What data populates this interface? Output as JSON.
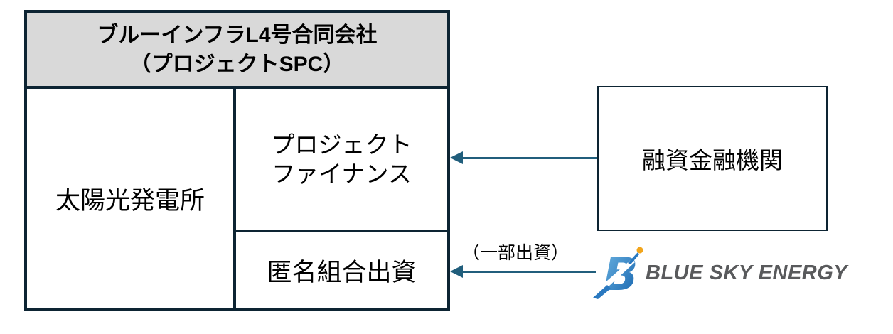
{
  "colors": {
    "box_border": "#0d2433",
    "header_fill": "#d9d9d9",
    "arrow": "#215e7c",
    "logo_blue_light": "#6db4e2",
    "logo_blue_dark": "#0f5fab",
    "logo_dot_orange": "#f2a51c",
    "logo_text_gray": "#595a5c"
  },
  "spc_box": {
    "title_line1": "ブルーインフラL4号合同会社",
    "title_line2": "（プロジェクトSPC）",
    "solar_label": "太陽光発電所",
    "project_finance_line1": "プロジェクト",
    "project_finance_line2": "ファイナンス",
    "tk_label": "匿名組合出資"
  },
  "lender_box": {
    "label": "融資金融機関"
  },
  "investment_arrow": {
    "label": "（一部出資）"
  },
  "logo": {
    "mark": "B",
    "company": "BLUE SKY ENERGY"
  }
}
